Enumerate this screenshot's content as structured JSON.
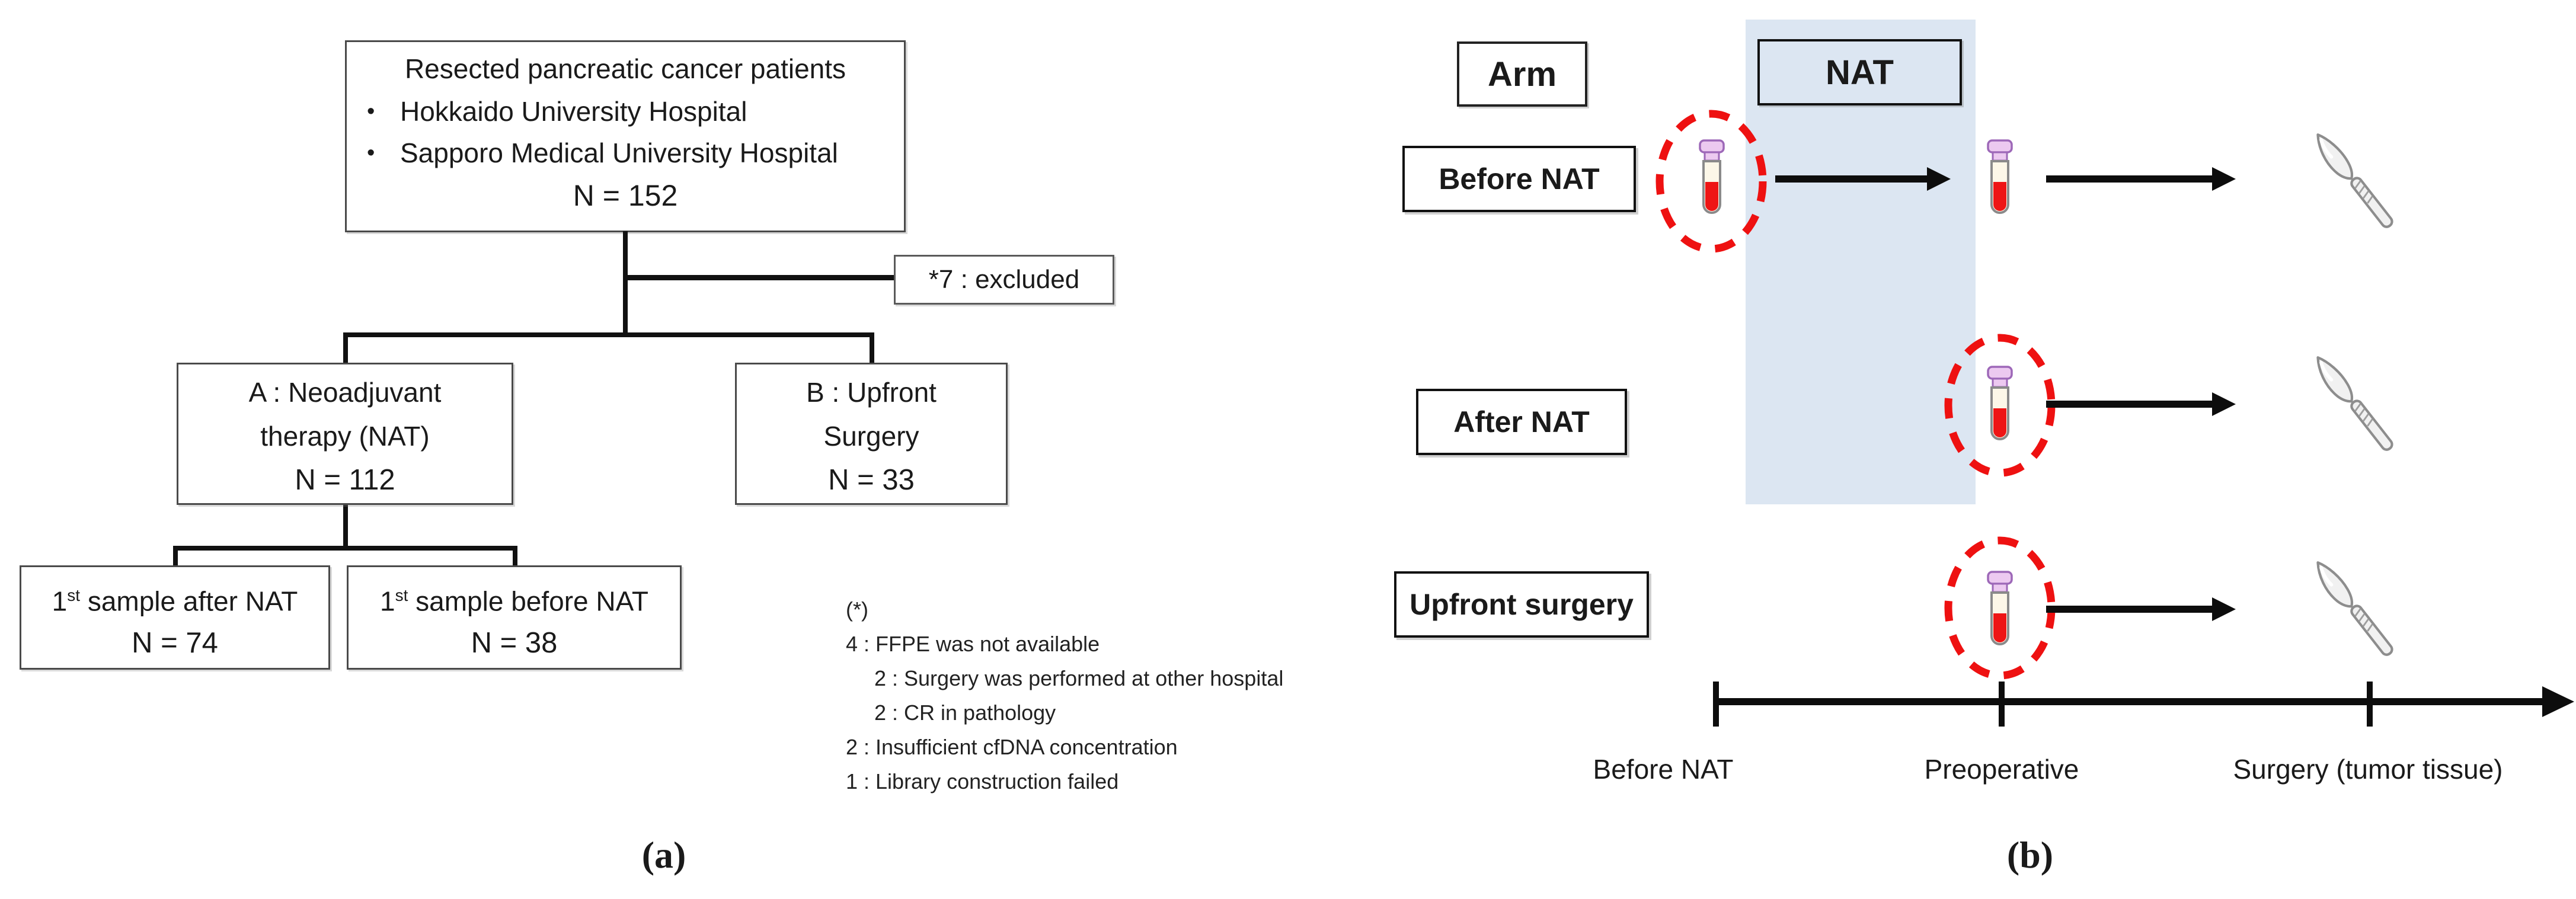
{
  "colors": {
    "band_blue": "#dce6f2",
    "highlight_red": "#ee1111",
    "tube_blood_red": "#ee1515",
    "tube_cap_purple": "#ecc9f0",
    "scalpel_gray": "#f1f1f1"
  },
  "panel_a": {
    "label": "(a)",
    "root": {
      "title": "Resected pancreatic cancer patients",
      "bullet_glyph": "•",
      "bullets": [
        "Hokkaido University Hospital",
        "Sapporo Medical University Hospital"
      ],
      "n": "N = 152"
    },
    "excluded": "*7 : excluded",
    "node_nat": {
      "line1": "A : Neoadjuvant",
      "line2": "therapy (NAT)",
      "n": "N = 112"
    },
    "node_upfront": {
      "line1": "B : Upfront",
      "line2": "Surgery",
      "n": "N = 33"
    },
    "leaf_after": {
      "prefix": "1",
      "sup": "st",
      "rest": " sample after NAT",
      "n": "N = 74"
    },
    "leaf_before": {
      "prefix": "1",
      "sup": "st",
      "rest": " sample before NAT",
      "n": "N = 38"
    },
    "footnote": {
      "header": "(*)",
      "lines": [
        {
          "text": "4 : FFPE was not available"
        },
        {
          "text": "2 : Surgery was performed at other hospital"
        },
        {
          "text": "2 : CR in pathology"
        },
        {
          "text": "2 : Insufficient cfDNA concentration"
        },
        {
          "text": "1 : Library construction failed"
        }
      ]
    }
  },
  "panel_b": {
    "label": "(b)",
    "arm_header": "Arm",
    "nat_header": "NAT",
    "rows": [
      {
        "label": "Before NAT"
      },
      {
        "label": "After NAT"
      },
      {
        "label": "Upfront surgery"
      }
    ],
    "timeline": {
      "labels": [
        "Before NAT",
        "Preoperative",
        "Surgery (tumor tissue)"
      ]
    }
  }
}
